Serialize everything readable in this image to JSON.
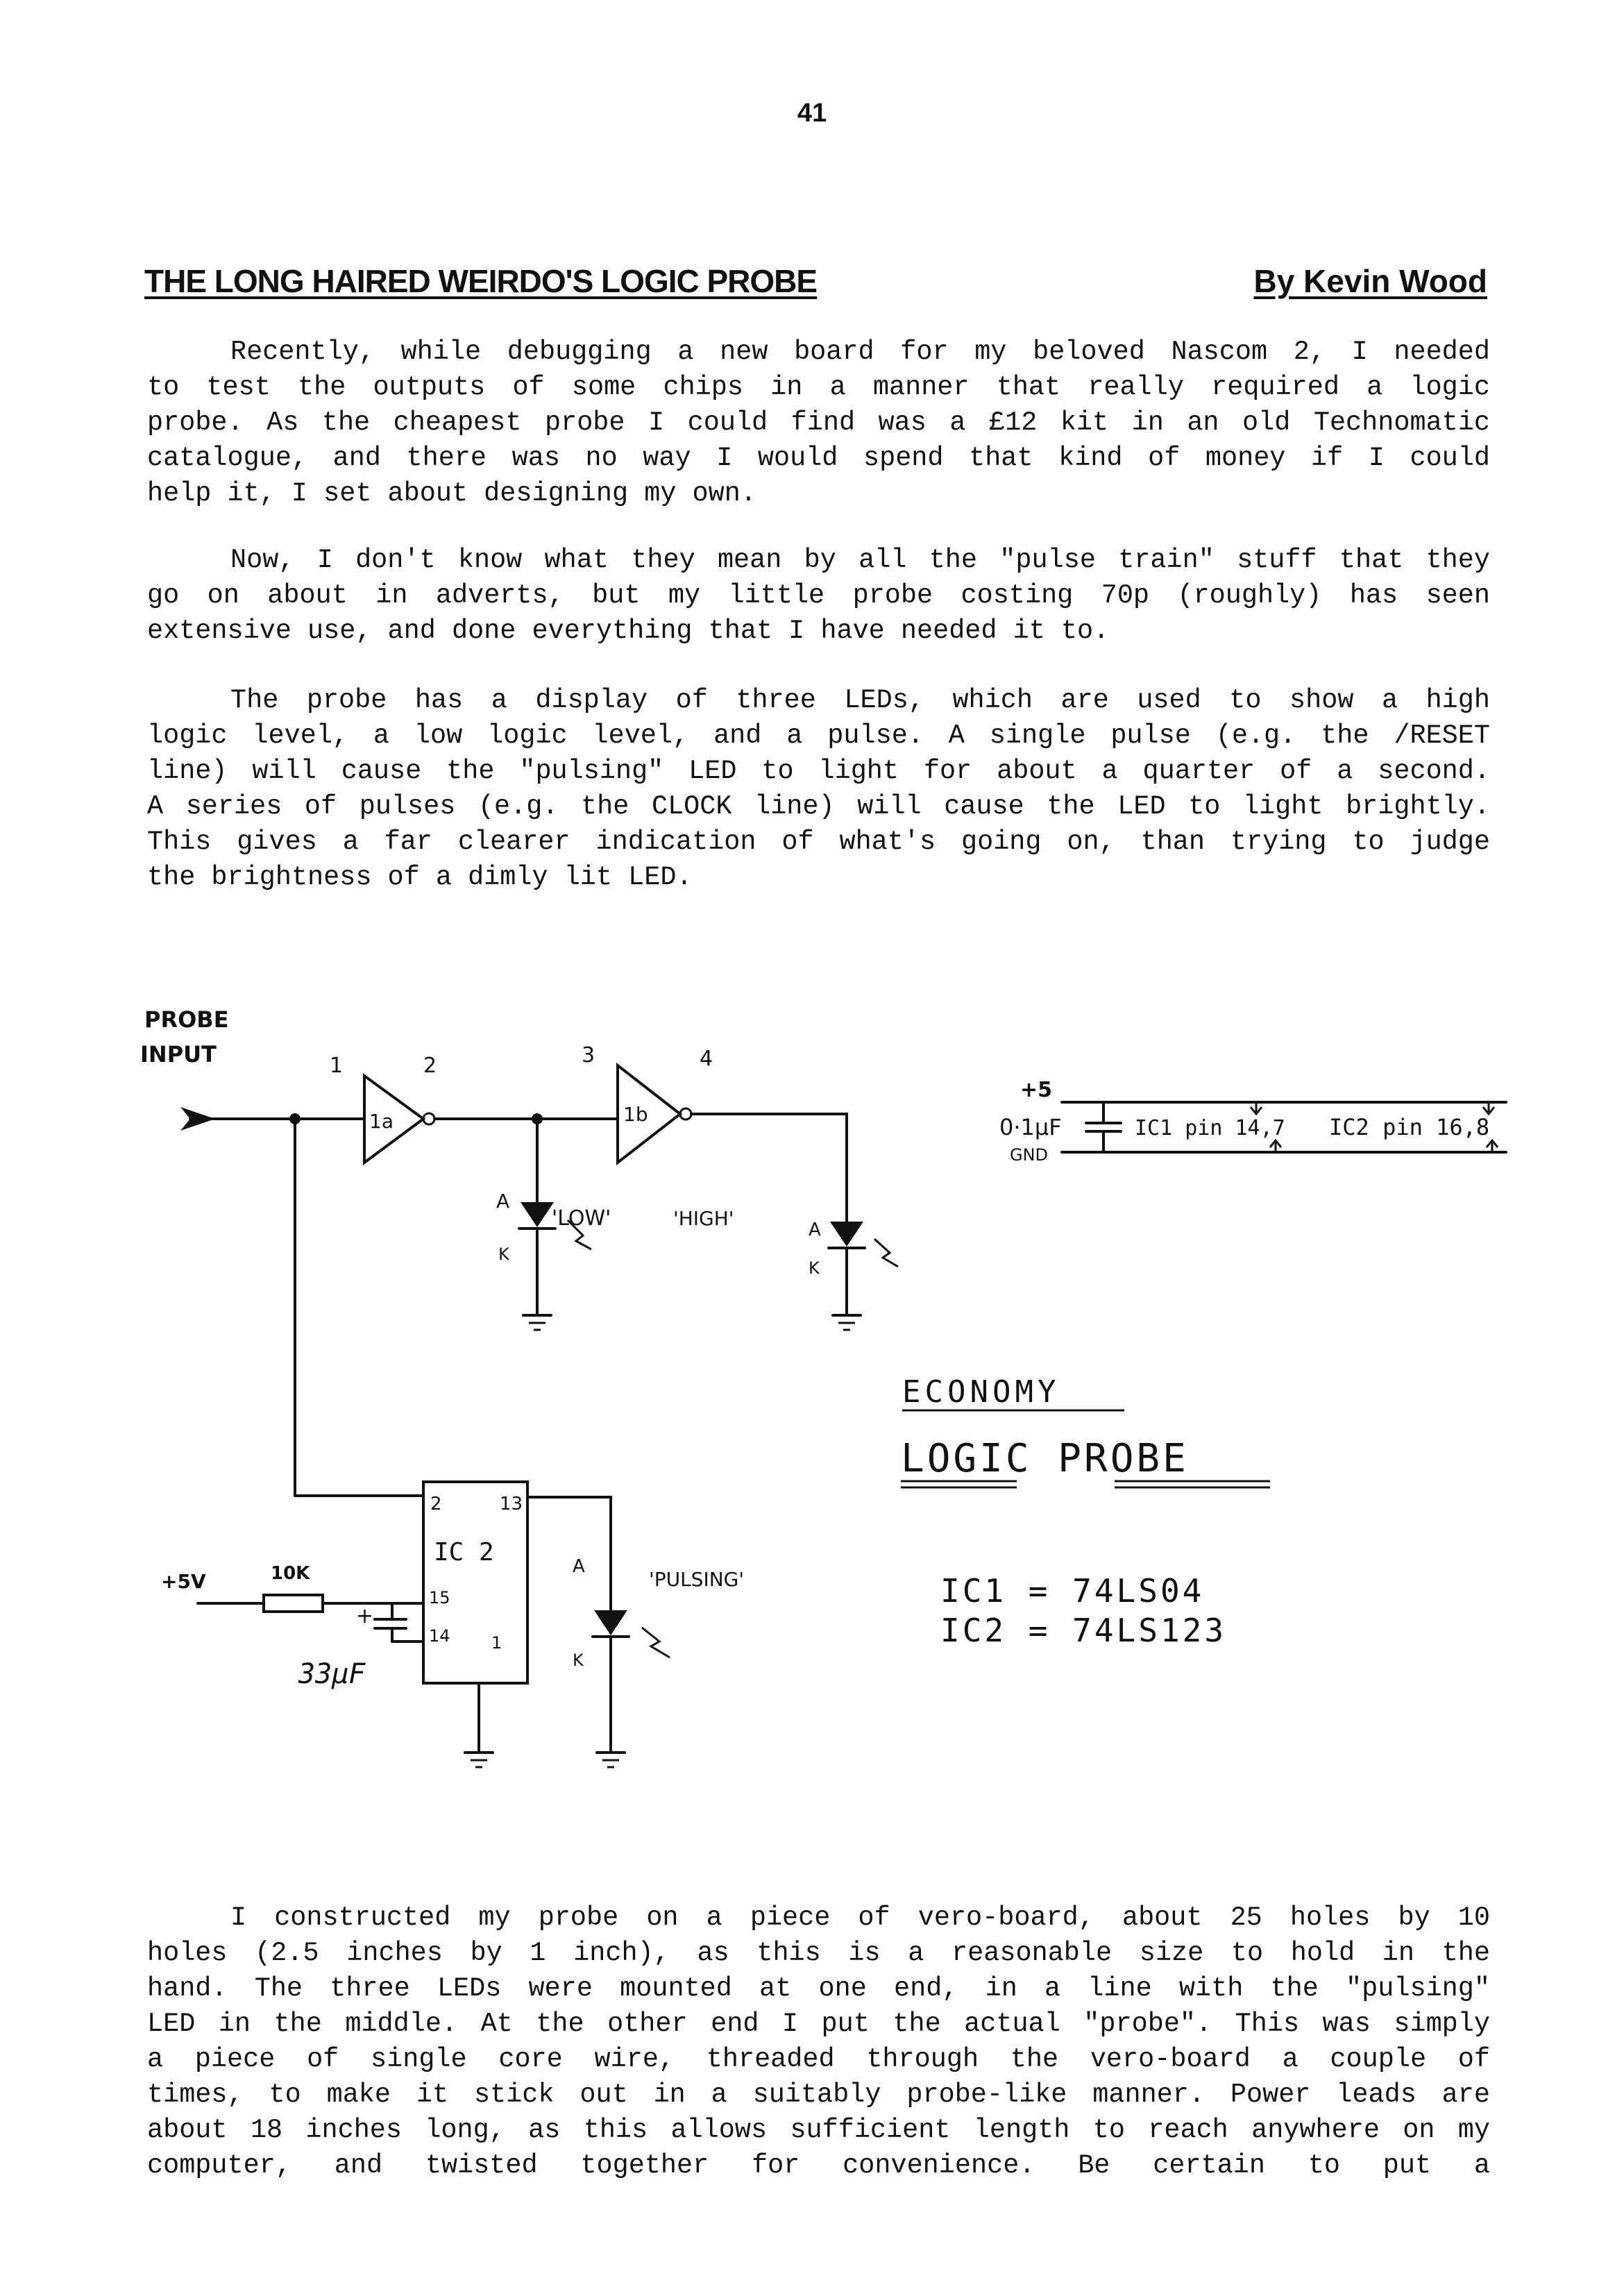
{
  "page": {
    "number": "41"
  },
  "header": {
    "title": "THE LONG HAIRED WEIRDO'S LOGIC PROBE",
    "byline": "By Kevin Wood"
  },
  "paragraphs": {
    "p1": [
      "Recently, while debugging a new board for my beloved Nascom 2, I needed",
      "to test the outputs of some chips in a manner that really required a logic",
      "probe. As the cheapest probe I could find was a £12 kit in an old Technomatic",
      "catalogue, and there was no way I would spend that kind of money if I could",
      "help it, I set about designing my own."
    ],
    "p2": [
      "Now, I don't know what they mean by all the \"pulse train\" stuff that they",
      "go on about in adverts, but my little probe costing 70p (roughly) has seen",
      "extensive use, and done everything that I have needed it to."
    ],
    "p3": [
      "The probe has a display of three LEDs, which are used to show a high",
      "logic level, a low logic level, and a pulse. A single pulse (e.g. the /RESET",
      "line) will cause the \"pulsing\" LED to light for about a quarter of a second.",
      "A series of pulses (e.g. the CLOCK line) will cause the LED to light brightly.",
      "This gives a far clearer indication of what's going on, than trying to judge",
      "the brightness of a dimly lit LED."
    ],
    "p4": [
      "I constructed my probe on a piece of vero-board, about 25 holes by 10",
      "holes (2.5 inches by 1 inch), as this is a reasonable size to hold in the",
      "hand. The three LEDs were mounted at one end, in a line with the \"pulsing\"",
      "LED in the middle. At the other end I put the actual \"probe\". This was simply",
      "a piece of single core wire, threaded through the vero-board a couple of",
      "times, to make it stick out in a suitably probe-like manner. Power leads are",
      "about 18 inches long, as this allows sufficient length to reach anywhere on my",
      "computer, and twisted together for convenience. Be certain to put a"
    ]
  },
  "schematic": {
    "probe_label_1": "PROBE",
    "probe_label_2": "INPUT",
    "pin_1": "1",
    "pin_2": "2",
    "pin_3": "3",
    "pin_4": "4",
    "gate_1a": "1a",
    "gate_1b": "1b",
    "led_low": "'LOW'",
    "led_high": "'HIGH'",
    "led_pulsing": "'PULSING'",
    "anode": "A",
    "cathode": "K",
    "ic2_label": "IC 2",
    "ic2_pin_2": "2",
    "ic2_pin_13": "13",
    "ic2_pin_15": "15",
    "ic2_pin_14": "14",
    "ic2_pin_1": "1",
    "supply_5v": "+5V",
    "resistor": "10K",
    "capacitor": "33µF",
    "cap_plus": "+",
    "decoupling_plus": "+5",
    "decoupling_cap": "0·1µF",
    "decoupling_gnd": "GND",
    "decoupling_ic1": "IC1 pin 14,7",
    "decoupling_ic2": "IC2 pin 16,8",
    "title_1": "ECONOMY",
    "title_2": "LOGIC PROBE",
    "ic1_part": "IC1 = 74LS04",
    "ic2_part": "IC2 = 74LS123"
  }
}
